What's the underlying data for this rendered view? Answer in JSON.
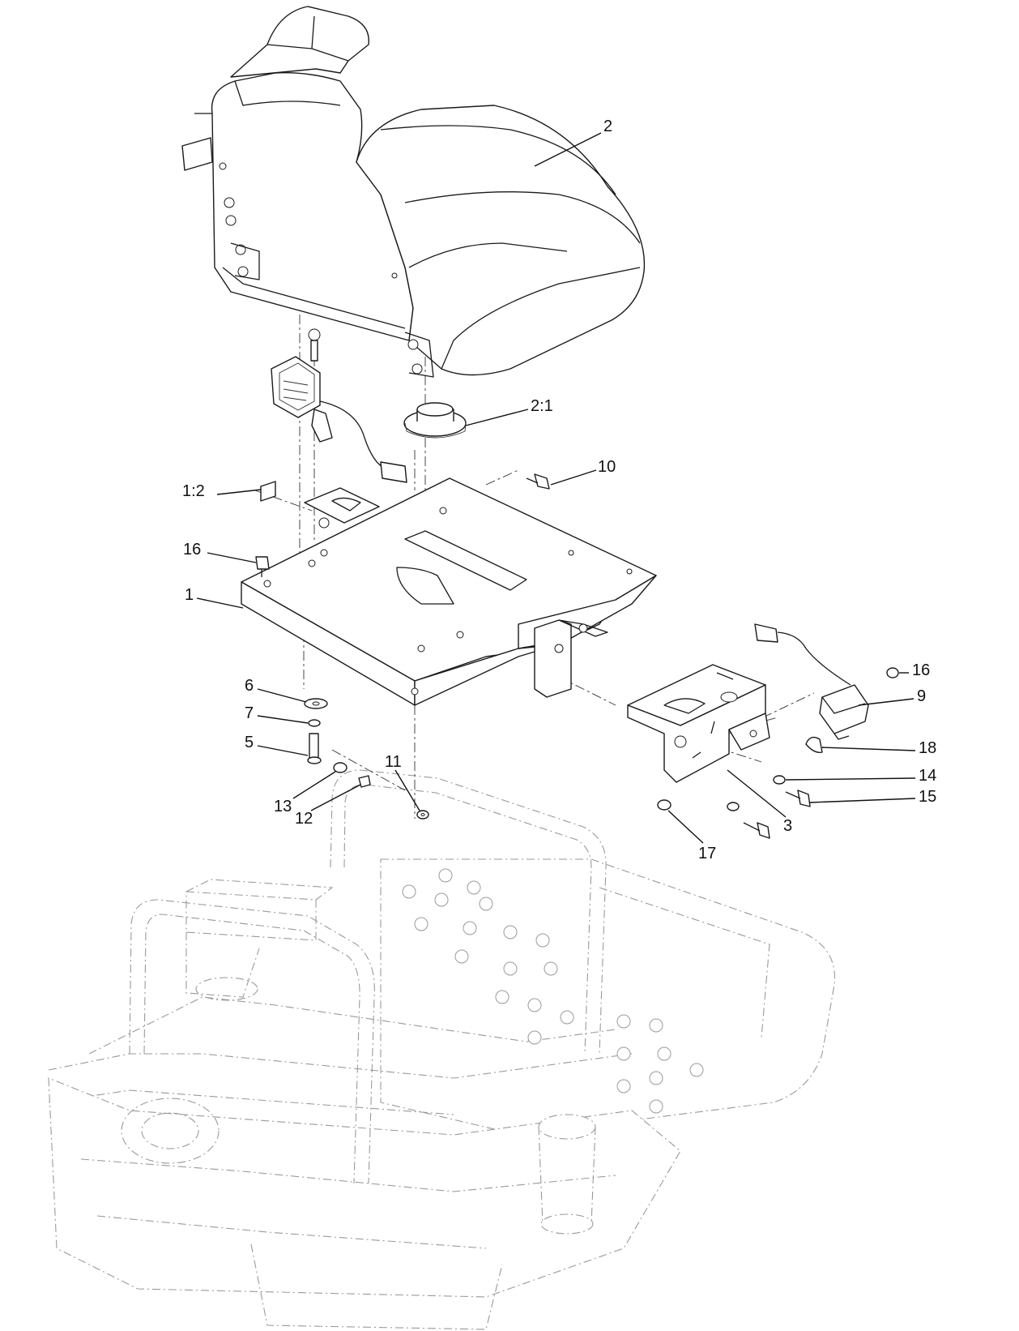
{
  "callouts": {
    "c1": "1",
    "c1_2": "1:2",
    "c2": "2",
    "c2_1": "2:1",
    "c3": "3",
    "c5": "5",
    "c6": "6",
    "c7": "7",
    "c9": "9",
    "c10": "10",
    "c11": "11",
    "c12": "12",
    "c13": "13",
    "c14": "14",
    "c15": "15",
    "c16a": "16",
    "c16b": "16",
    "c17": "17",
    "c18": "18"
  },
  "colors": {
    "line": "#1a1a1a",
    "phantom": "#9a9a9a",
    "background": "#ffffff"
  }
}
